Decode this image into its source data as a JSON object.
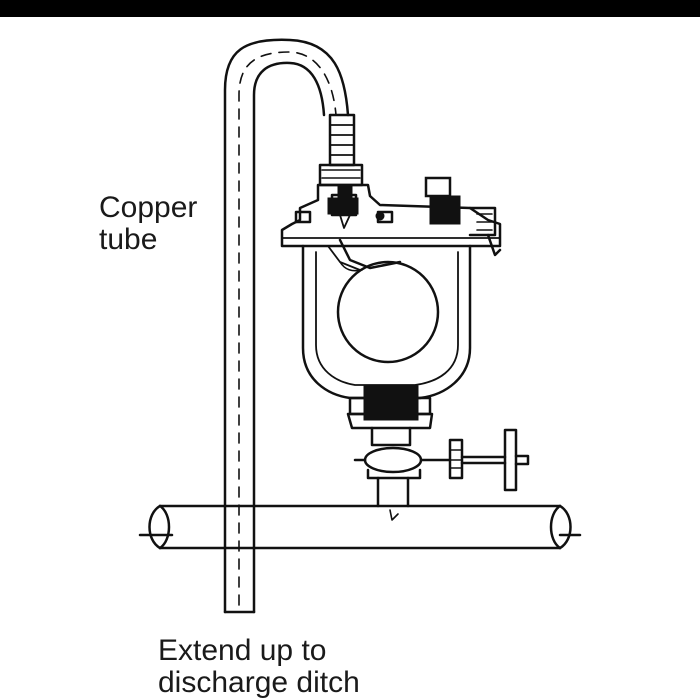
{
  "colors": {
    "line": "#111111",
    "fill_dark": "#111111",
    "fill_body": "#ffffff",
    "banner": "#000000"
  },
  "labels": {
    "copper_tube": [
      "Copper",
      "tube"
    ],
    "discharge": [
      "Extend up to",
      "discharge ditch"
    ]
  }
}
